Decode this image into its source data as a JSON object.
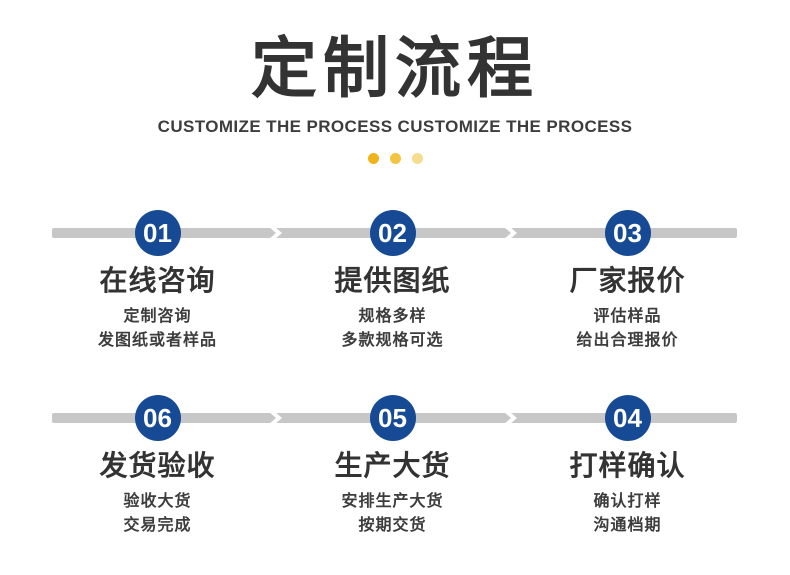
{
  "header": {
    "title": "定制流程",
    "subtitle": "CUSTOMIZE THE PROCESS CUSTOMIZE THE PROCESS",
    "dots": [
      "#efb41c",
      "#f2c440",
      "#f6dc8e"
    ]
  },
  "colors": {
    "circle_blue": "#164a94",
    "bar_gray": "#c7c7c7",
    "title_dark": "#333333",
    "text_dark": "#3d3d3d"
  },
  "rows": [
    {
      "steps": [
        {
          "number": "01",
          "title": "在线咨询",
          "lines": [
            "定制咨询",
            "发图纸或者样品"
          ]
        },
        {
          "number": "02",
          "title": "提供图纸",
          "lines": [
            "规格多样",
            "多款规格可选"
          ]
        },
        {
          "number": "03",
          "title": "厂家报价",
          "lines": [
            "评估样品",
            "给出合理报价"
          ]
        }
      ]
    },
    {
      "steps": [
        {
          "number": "06",
          "title": "发货验收",
          "lines": [
            "验收大货",
            "交易完成"
          ]
        },
        {
          "number": "05",
          "title": "生产大货",
          "lines": [
            "安排生产大货",
            "按期交货"
          ]
        },
        {
          "number": "04",
          "title": "打样确认",
          "lines": [
            "确认打样",
            "沟通档期"
          ]
        }
      ]
    }
  ]
}
